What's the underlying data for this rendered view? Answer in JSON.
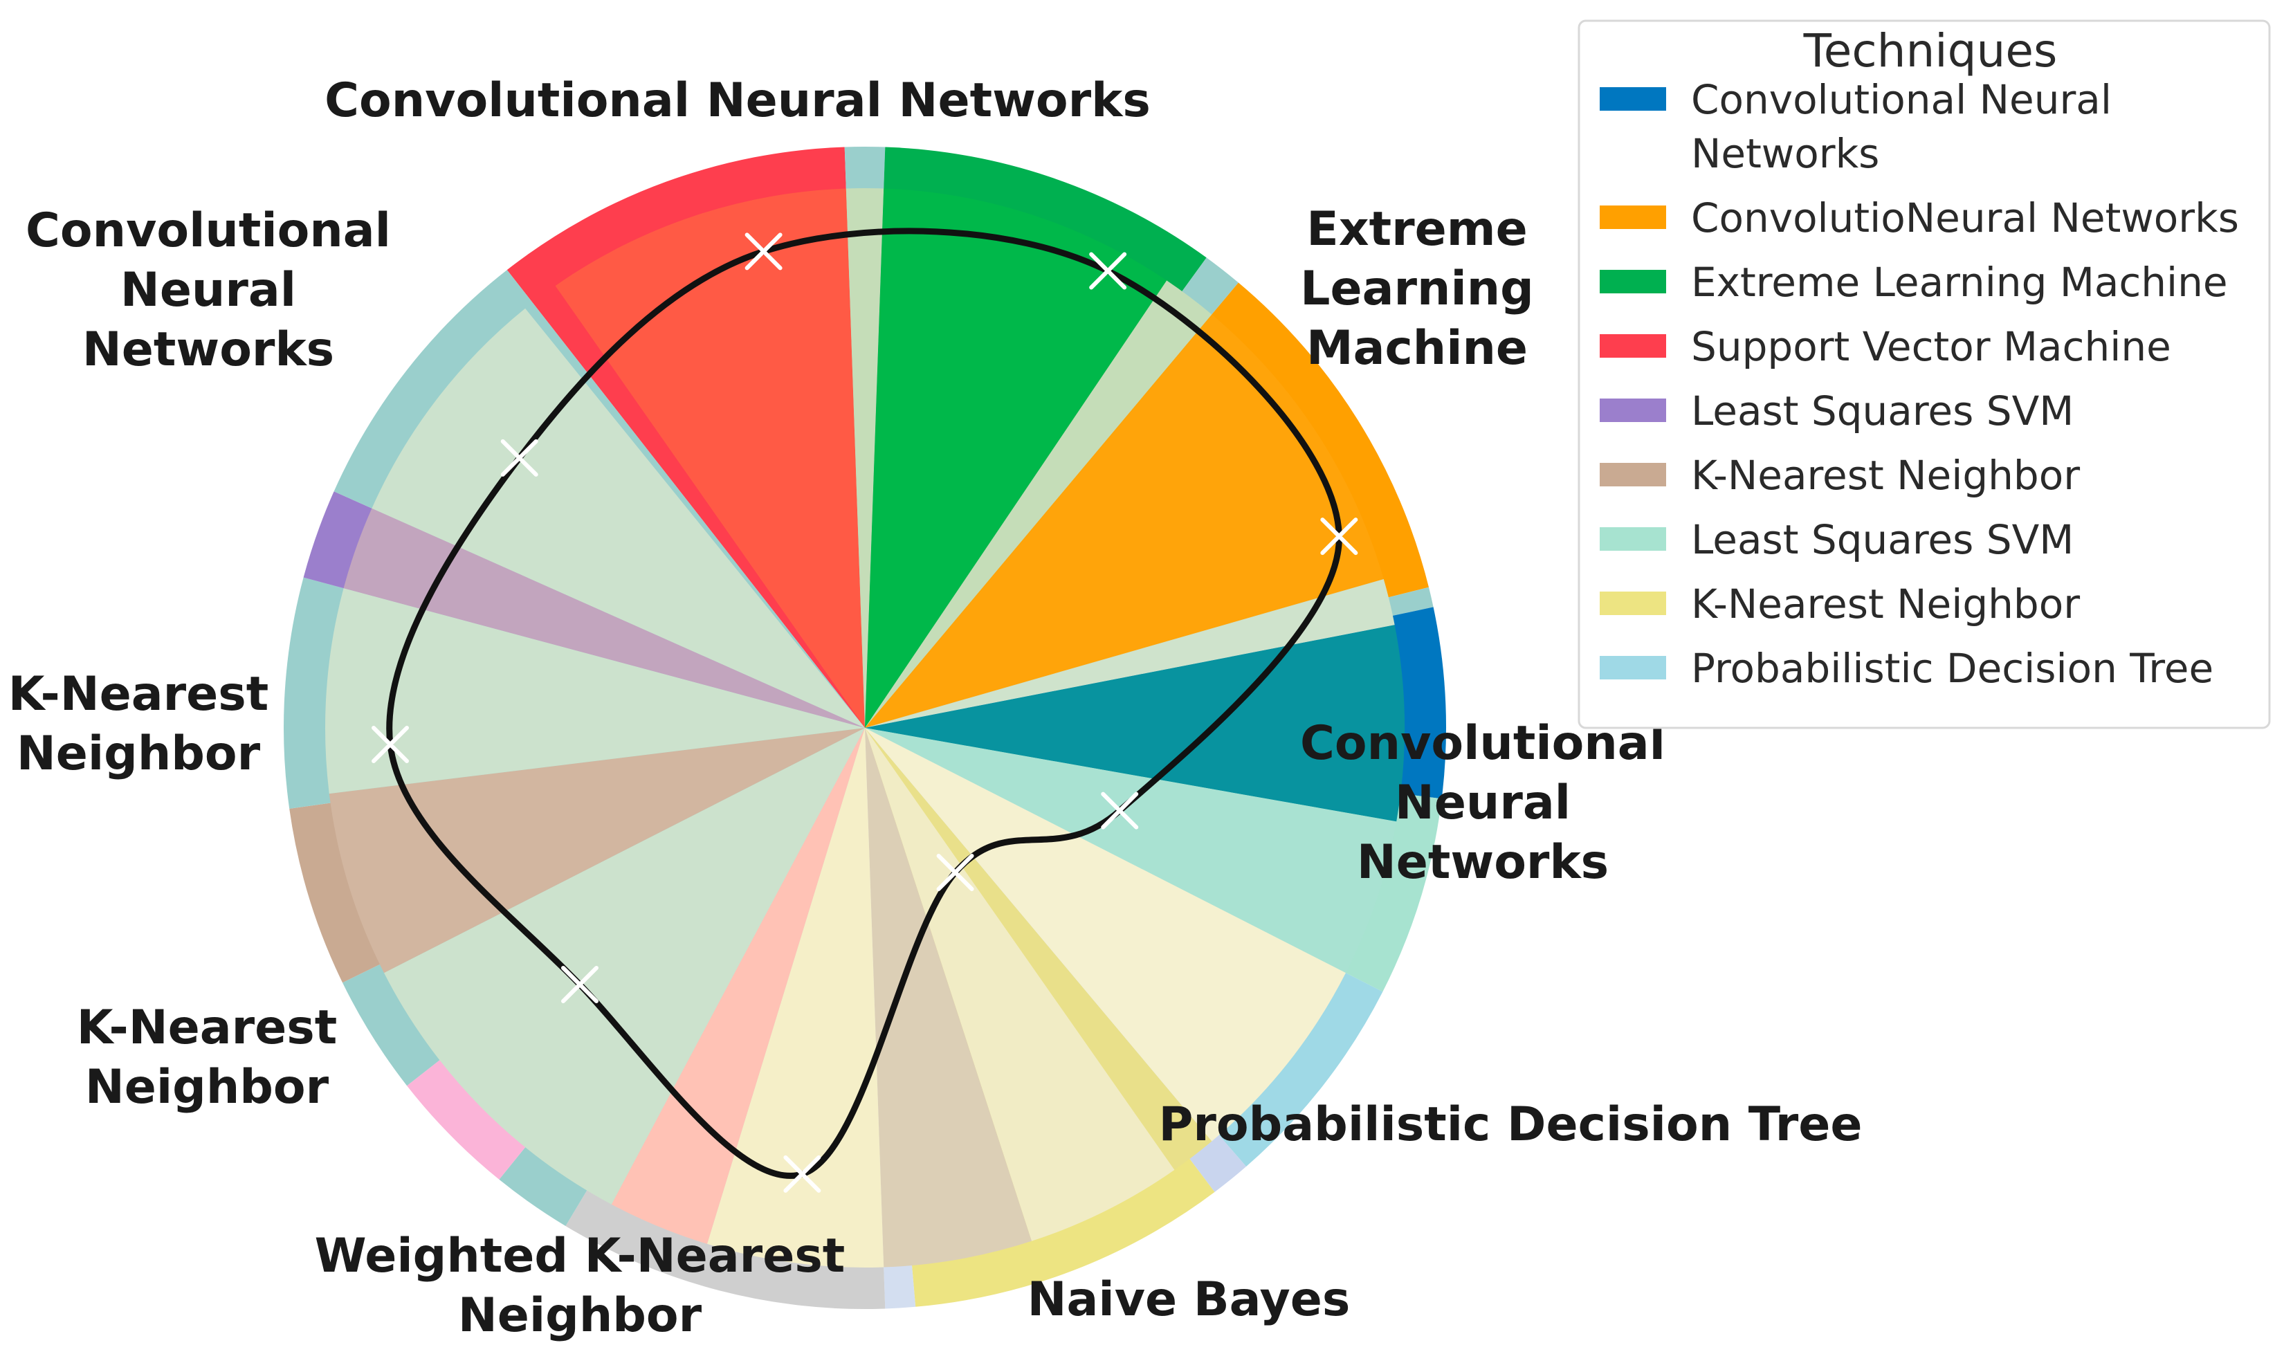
{
  "chart_data": {
    "type": "radar",
    "title": "",
    "categories": [
      [
        "Convolutional Neural Networks"
      ],
      [
        "Extreme",
        "Learning",
        "Machine"
      ],
      [
        "Convolutional",
        "Neural",
        "Networks"
      ],
      [
        "Probabilistic Decision Tree"
      ],
      [
        "Naive Bayes"
      ],
      [
        "Weighted K-Nearest",
        "Neighbor"
      ],
      [
        "K-Nearest",
        "Neighbor"
      ],
      [
        "K-Nearest",
        "Neighbor"
      ],
      [
        "Convolutional",
        "Neural",
        "Networks"
      ]
    ],
    "series": [
      {
        "values": [
          0.8,
          0.85,
          0.84,
          0.44,
          0.28,
          0.74,
          0.63,
          0.78,
          0.72
        ],
        "color": "#111111",
        "marker": "x"
      }
    ],
    "rlim": [
      0,
      1
    ],
    "sectors": [
      {
        "color": "#fe3e4e"
      },
      {
        "color": "#9acfcc"
      },
      {
        "color": "#00b050"
      },
      {
        "color": "#9acfcc"
      },
      {
        "color": "#ffa000"
      },
      {
        "color": "#9acfcc"
      },
      {
        "color": "#0077c0"
      },
      {
        "color": "#a7e3d0"
      },
      {
        "color": "#9fd9e6"
      },
      {
        "color": "#c9d5ee"
      },
      {
        "color": "#ede482"
      },
      {
        "color": "#d3def0"
      },
      {
        "color": "#cfcfcf"
      },
      {
        "color": "#9acfcc"
      },
      {
        "color": "#fbb4d8"
      },
      {
        "color": "#9acfcc"
      },
      {
        "color": "#c9aa92"
      },
      {
        "color": "#9acfcc"
      },
      {
        "color": "#9b7fcc"
      },
      {
        "color": "#9acfcc"
      }
    ],
    "inner_overlays": [
      {
        "color": "#ff5a45"
      },
      {
        "color": "#c5ddb8"
      },
      {
        "color": "#00b84a"
      },
      {
        "color": "#c5ddb8"
      },
      {
        "color": "#ffa40a"
      },
      {
        "color": "#cfe3cc"
      },
      {
        "color": "#08939f"
      },
      {
        "color": "#a9e2d2"
      },
      {
        "color": "#f5f1d0"
      },
      {
        "color": "#e9e08a"
      },
      {
        "color": "#f1ecc5"
      },
      {
        "color": "#dccfb6"
      },
      {
        "color": "#f5efc8"
      },
      {
        "color": "#ffc2b5"
      },
      {
        "color": "#cce2cd"
      },
      {
        "color": "#d2b6a0"
      },
      {
        "color": "#cce2cd"
      },
      {
        "color": "#c2a5be"
      },
      {
        "color": "#cce2cd"
      }
    ],
    "legend": {
      "title": "Techniques",
      "placement": "top-right",
      "entries": [
        {
          "label": [
            "Convolutional Neural",
            "Networks"
          ],
          "color": "#0077c0"
        },
        {
          "label": [
            "ConvolutioNeural Networks"
          ],
          "color": "#ffa000"
        },
        {
          "label": [
            "Extreme Learning Machine"
          ],
          "color": "#00b050"
        },
        {
          "label": [
            "Support Vector Machine"
          ],
          "color": "#fe3e4e"
        },
        {
          "label": [
            "Least Squares SVM"
          ],
          "color": "#9b7fcc"
        },
        {
          "label": [
            "K-Nearest Neighbor"
          ],
          "color": "#c9aa92"
        },
        {
          "label": [
            "Least Squares SVM"
          ],
          "color": "#a7e3d0"
        },
        {
          "label": [
            "K-Nearest Neighbor"
          ],
          "color": "#ede482"
        },
        {
          "label": [
            "Probabilistic Decision Tree"
          ],
          "color": "#9fd9e6"
        }
      ]
    }
  }
}
